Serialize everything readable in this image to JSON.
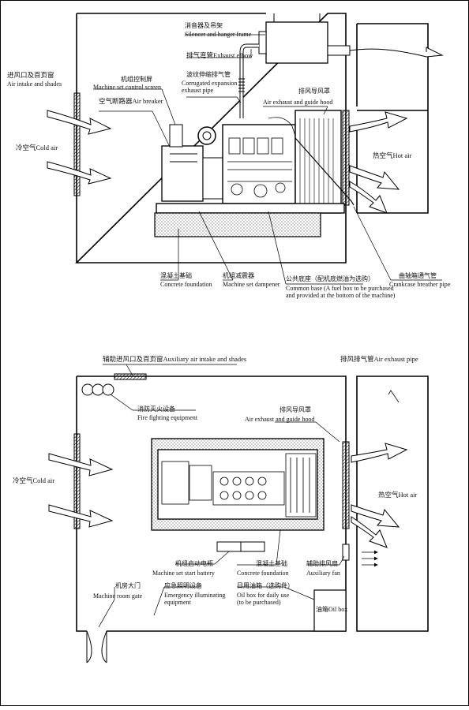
{
  "diagram_top": {
    "silencer": "消音器及吊架",
    "silencer_en": "Silencer and hanger frame",
    "exhaust_elbow": "排气弯管Exhaust elbow",
    "corrugated_cn": "波纹伸缩排气管",
    "corrugated_en": "Corrugated expansion\nexhaust pipe",
    "air_intake_cn": "进风口及百页窗",
    "air_intake_en": "Air intake and shades",
    "control_screen_cn": "机组控制屏",
    "control_screen_en": "Machine set control screen",
    "air_breaker": "空气断路器Air breaker",
    "exhaust_hood_cn": "排风导风罩",
    "exhaust_hood_en": "Air exhaust and guide hood",
    "cold_air": "冷空气Cold air",
    "hot_air": "热空气Hot air",
    "concrete_cn": "混凝土基础",
    "concrete_en": "Concrete foundation",
    "dampener_cn": "机组减震器",
    "dampener_en": "Machine set dampener",
    "common_base_cn": "公共底座（配机底燃油为选购）",
    "common_base_en": "Common base (A fuel box to be purchased\nand provided at the bottom of the machine)",
    "crankcase_cn": "曲轴箱通气管",
    "crankcase_en": "Crankcase breather pipe"
  },
  "diagram_bottom": {
    "aux_intake": "辅助进风口及百页窗Auxiliary air intake and shades",
    "exhaust_pipe": "排风排气管Air exhaust pipe",
    "fire_cn": "消防灭火设备",
    "fire_en": "Fire fighting equipment",
    "exhaust_hood_cn": "排风导风罩",
    "exhaust_hood_en": "Air exhaust and guide hood",
    "cold_air": "冷空气Cold air",
    "hot_air": "热空气Hot air",
    "battery_cn": "机组启动电瓶",
    "battery_en": "Machine set start battery",
    "concrete_cn": "混凝土基础",
    "concrete_en": "Concrete foundation",
    "aux_fan_cn": "辅助排风扇",
    "aux_fan_en": "Auxiliary fan",
    "gate_cn": "机房大门",
    "gate_en": "Machine room gate",
    "emergency_cn": "应急照明设备",
    "emergency_en": "Emergency illuminating\nequipment",
    "oilbox_cn": "日用油箱（选购件）",
    "oilbox_en": "Oil box for daily use\n(to be purchased)",
    "oilbox_label": "油箱Oil box"
  }
}
